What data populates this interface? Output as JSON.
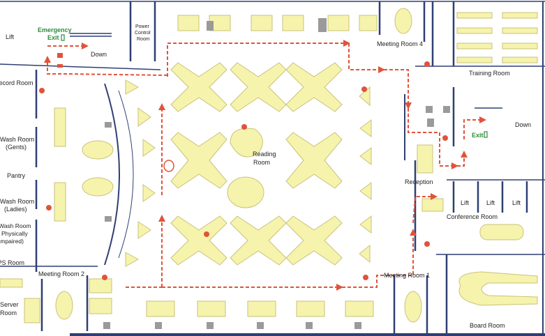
{
  "rooms": {
    "lift_left": "Lift",
    "emergency": "Emergency",
    "exit_left": "Exit",
    "down_left": "Down",
    "power_line1": "Power",
    "power_line2": "Control",
    "power_line3": "Room",
    "meeting4": "Meeting Room 4",
    "training": "Training Room",
    "record": "Record Room",
    "wash_gents_1": "Wash Room",
    "wash_gents_2": "(Gents)",
    "pantry": "Pantry",
    "wash_ladies_1": "Wash Room",
    "wash_ladies_2": "(Ladies)",
    "wash_ph_1": "Wash Room",
    "wash_ph_2": "Physically",
    "wash_ph_3": "Impaired)",
    "ups": "UPS Room",
    "server_1": "Server",
    "server_2": "Room",
    "meeting2": "Meeting Room 2",
    "reading_1": "Reading",
    "reading_2": "Room",
    "reception": "Reception",
    "down_right": "Down",
    "exit_right": "Exit",
    "lift_1": "Lift",
    "lift_2": "Lift",
    "lift_3": "Lift",
    "conference": "Conference Room",
    "meeting1": "Meeting Room 1",
    "board": "Board Room"
  },
  "colors": {
    "furniture": "#f6f3ad",
    "furniture_edge": "#c9c27a",
    "wall": "#2f3f73",
    "route": "#e0533b",
    "exit_green": "#2e8b3a"
  }
}
